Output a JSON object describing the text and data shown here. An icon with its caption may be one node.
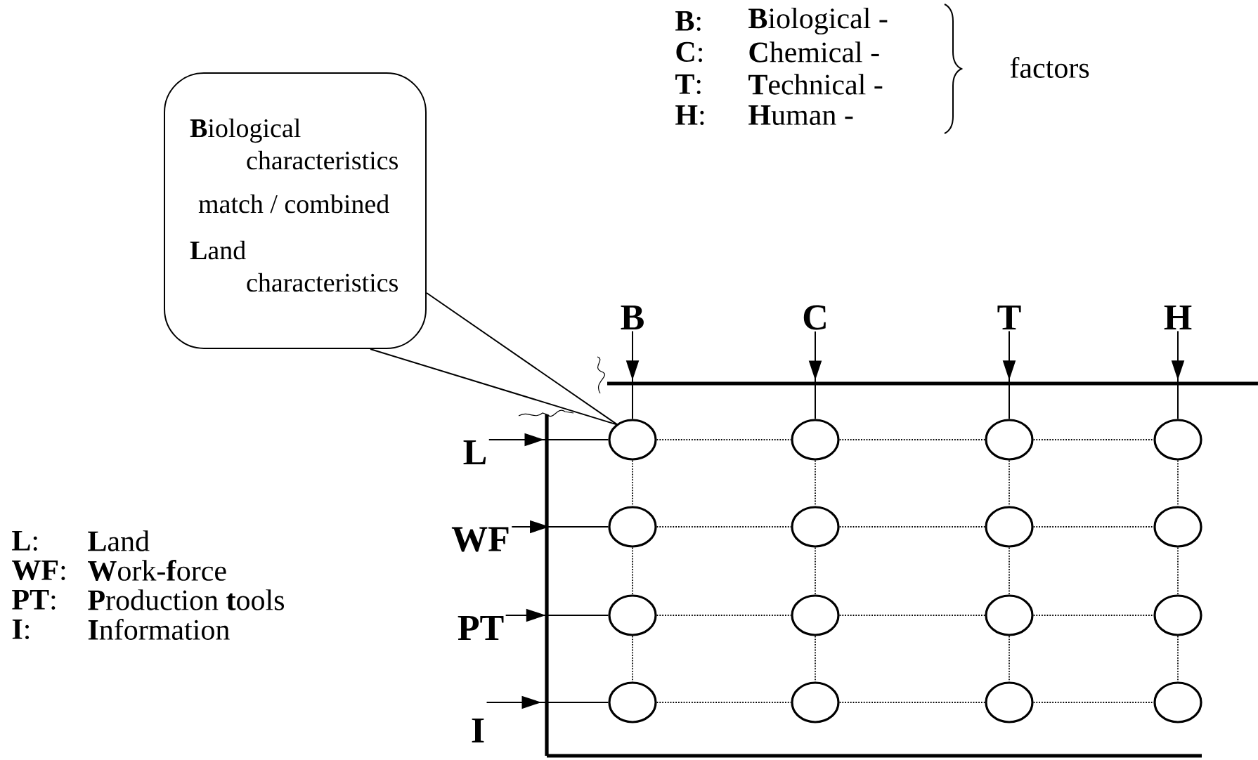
{
  "diagram": {
    "nodes": [
      {
        "text": [
          "**B**iological characteristics",
          "match / combined",
          "**L**and characteristics"
        ]
      },
      {
        "text": [
          "B"
        ]
      },
      {
        "text": [
          "C"
        ]
      },
      {
        "text": [
          "T"
        ]
      },
      {
        "text": [
          "H"
        ]
      },
      {
        "text": [
          "L"
        ]
      },
      {
        "text": [
          "WF"
        ]
      },
      {
        "text": [
          "PT"
        ]
      },
      {
        "text": [
          "I"
        ]
      },
      {
        "text": [],
        "shape": "circle"
      },
      {
        "text": [],
        "shape": "circle"
      },
      {
        "text": [],
        "shape": "circle"
      },
      {
        "text": [],
        "shape": "circle"
      },
      {
        "text": [],
        "shape": "circle"
      },
      {
        "text": [],
        "shape": "circle"
      },
      {
        "text": [],
        "shape": "circle"
      },
      {
        "text": [],
        "shape": "circle"
      },
      {
        "text": [],
        "shape": "circle"
      },
      {
        "text": [],
        "shape": "circle"
      },
      {
        "text": [],
        "shape": "circle"
      },
      {
        "text": [],
        "shape": "circle"
      },
      {
        "text": [],
        "shape": "circle"
      },
      {
        "text": [],
        "shape": "circle"
      },
      {
        "text": [],
        "shape": "circle"
      },
      {
        "text": [],
        "shape": "circle"
      }
    ],
    "edges": [
      {
        "from": 1,
        "to": 9,
        "arrow": "to"
      },
      {
        "from": 2,
        "to": 10,
        "arrow": "to"
      },
      {
        "from": 3,
        "to": 11,
        "arrow": "to"
      },
      {
        "from": 4,
        "to": 12,
        "arrow": "to"
      },
      {
        "from": 5,
        "to": 9,
        "arrow": "to"
      },
      {
        "from": 6,
        "to": 13,
        "arrow": "to"
      },
      {
        "from": 7,
        "to": 17,
        "arrow": "to"
      },
      {
        "from": 8,
        "to": 21,
        "arrow": "to"
      },
      {
        "from": 9,
        "to": 10,
        "arrow": "none",
        "style": "dashed"
      },
      {
        "from": 10,
        "to": 11,
        "arrow": "none",
        "style": "dashed"
      },
      {
        "from": 11,
        "to": 12,
        "arrow": "none",
        "style": "dashed"
      },
      {
        "from": 13,
        "to": 14,
        "arrow": "none",
        "style": "dashed"
      },
      {
        "from": 14,
        "to": 15,
        "arrow": "none",
        "style": "dashed"
      },
      {
        "from": 15,
        "to": 16,
        "arrow": "none",
        "style": "dashed"
      },
      {
        "from": 17,
        "to": 18,
        "arrow": "none",
        "style": "dashed"
      },
      {
        "from": 18,
        "to": 19,
        "arrow": "none",
        "style": "dashed"
      },
      {
        "from": 19,
        "to": 20,
        "arrow": "none",
        "style": "dashed"
      },
      {
        "from": 21,
        "to": 22,
        "arrow": "none",
        "style": "dashed"
      },
      {
        "from": 22,
        "to": 23,
        "arrow": "none",
        "style": "dashed"
      },
      {
        "from": 23,
        "to": 24,
        "arrow": "none",
        "style": "dashed"
      },
      {
        "from": 9,
        "to": 13,
        "arrow": "none",
        "style": "dashed"
      },
      {
        "from": 13,
        "to": 17,
        "arrow": "none",
        "style": "dashed"
      },
      {
        "from": 17,
        "to": 21,
        "arrow": "none",
        "style": "dashed"
      },
      {
        "from": 10,
        "to": 14,
        "arrow": "none",
        "style": "dashed"
      },
      {
        "from": 14,
        "to": 18,
        "arrow": "none",
        "style": "dashed"
      },
      {
        "from": 18,
        "to": 22,
        "arrow": "none",
        "style": "dashed"
      },
      {
        "from": 11,
        "to": 15,
        "arrow": "none",
        "style": "dashed"
      },
      {
        "from": 15,
        "to": 19,
        "arrow": "none",
        "style": "dashed"
      },
      {
        "from": 19,
        "to": 23,
        "arrow": "none",
        "style": "dashed"
      },
      {
        "from": 12,
        "to": 16,
        "arrow": "none",
        "style": "dashed"
      },
      {
        "from": 16,
        "to": 20,
        "arrow": "none",
        "style": "dashed"
      },
      {
        "from": 20,
        "to": 24,
        "arrow": "none",
        "style": "dashed"
      },
      {
        "from": 0,
        "to": 9,
        "arrow": "none"
      }
    ],
    "labels": [
      "**B**:",
      "**B**iological -",
      "**C**:",
      "**C**hemical -",
      "**T**:",
      "**T**echnical -",
      "**H**:",
      "**H**uman -",
      "factors",
      "**L**:",
      "**L**and",
      "**WF**:",
      "**W**ork-**f**orce",
      "**PT**:",
      "**P**roduction **t**ools",
      "**I**:",
      "**I**nformation"
    ]
  }
}
